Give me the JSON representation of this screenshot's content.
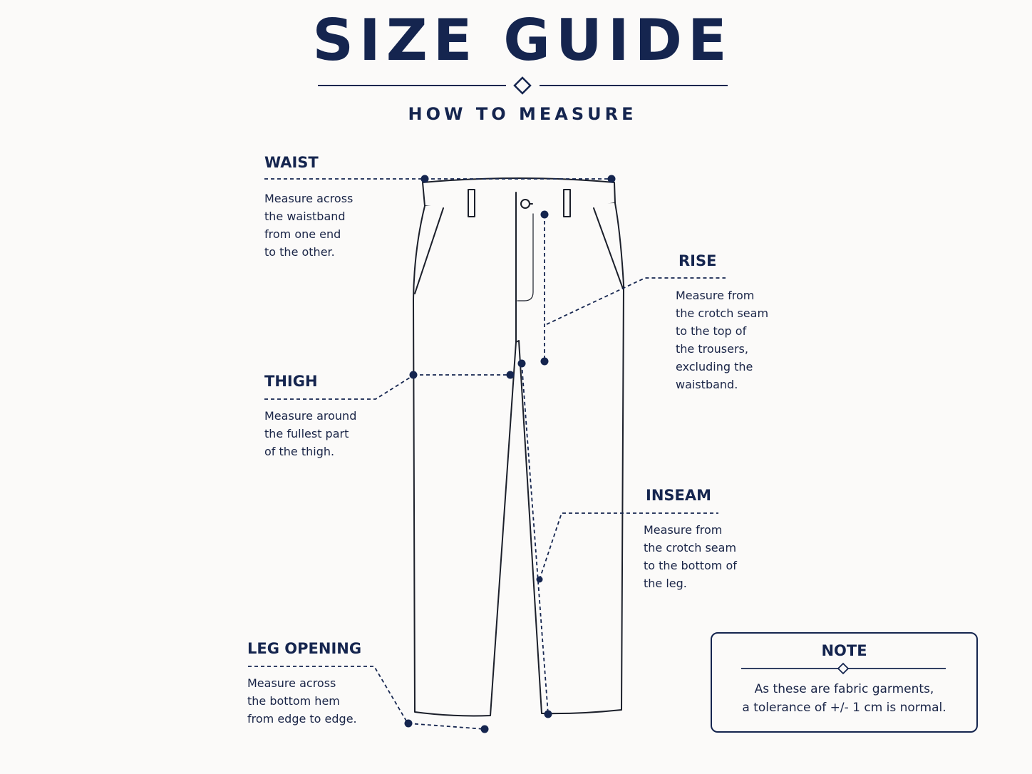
{
  "header": {
    "title": "SIZE GUIDE",
    "subtitle": "HOW TO MEASURE"
  },
  "measurements": {
    "waist": {
      "label": "WAIST",
      "lines": [
        "Measure across",
        "the waistband",
        "from one end",
        "to the other."
      ]
    },
    "rise": {
      "label": "RISE",
      "lines": [
        "Measure from",
        "the crotch seam",
        "to the top of",
        "the trousers,",
        "excluding the",
        "waistband."
      ]
    },
    "thigh": {
      "label": "THIGH",
      "lines": [
        "Measure around",
        "the fullest part",
        "of the thigh."
      ]
    },
    "inseam": {
      "label": "INSEAM",
      "lines": [
        "Measure from",
        "the crotch seam",
        "to the bottom of",
        "the leg."
      ]
    },
    "leg_opening": {
      "label": "LEG OPENING",
      "lines": [
        "Measure across",
        "the bottom hem",
        "from edge to edge."
      ]
    }
  },
  "note": {
    "title": "NOTE",
    "lines": [
      "As these are fabric garments,",
      "a tolerance of +/- 1 cm is normal."
    ]
  },
  "colors": {
    "navy": "#15254f",
    "background": "#fbfaf9"
  },
  "icons": {
    "divider_ornament": "diamond-outline-icon",
    "trousers": "trousers-outline-icon"
  }
}
